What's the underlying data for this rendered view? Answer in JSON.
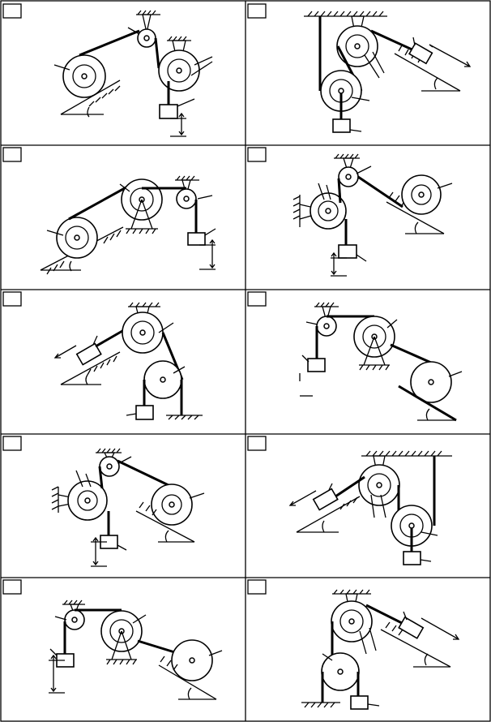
{
  "sheet": {
    "grid": {
      "rows": 5,
      "cols": 2
    },
    "panels": [
      {
        "id": "p1",
        "label": "",
        "kind": "mechanism-sketch"
      },
      {
        "id": "p2",
        "label": "",
        "kind": "mechanism-sketch"
      },
      {
        "id": "p3",
        "label": "",
        "kind": "mechanism-sketch"
      },
      {
        "id": "p4",
        "label": "",
        "kind": "mechanism-sketch"
      },
      {
        "id": "p5",
        "label": "",
        "kind": "mechanism-sketch"
      },
      {
        "id": "p6",
        "label": "",
        "kind": "mechanism-sketch"
      },
      {
        "id": "p7",
        "label": "",
        "kind": "mechanism-sketch"
      },
      {
        "id": "p8",
        "label": "",
        "kind": "mechanism-sketch"
      },
      {
        "id": "p9",
        "label": "",
        "kind": "mechanism-sketch"
      },
      {
        "id": "p10",
        "label": "",
        "kind": "mechanism-sketch"
      }
    ]
  },
  "colors": {
    "ink": "#000000",
    "paper": "#ffffff"
  },
  "icons": [
    "pulley-icon",
    "wheel-icon",
    "weight-block-icon",
    "incline-icon",
    "ceiling-support-icon",
    "stand-icon",
    "hatch-icon"
  ]
}
